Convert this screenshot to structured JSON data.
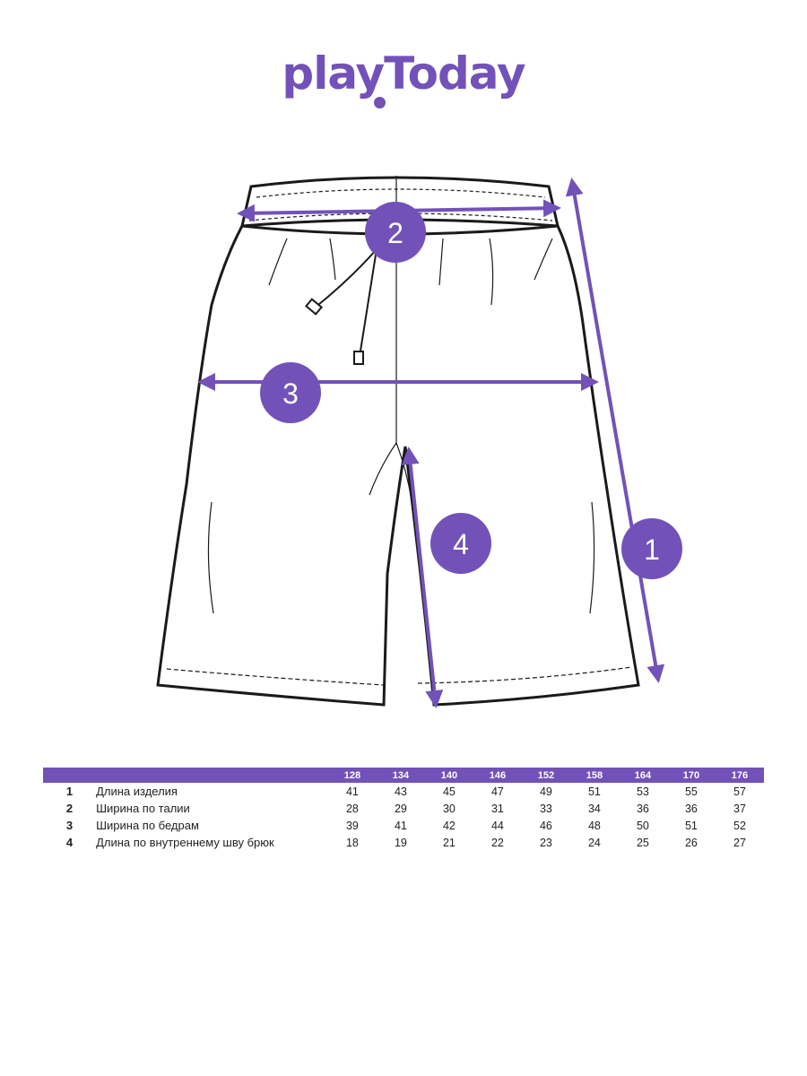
{
  "brand": {
    "logo_text": "playToday",
    "color": "#7252b8"
  },
  "badges": [
    {
      "num": "1",
      "label": "Длина изделия"
    },
    {
      "num": "2",
      "label": "Ширина по талии"
    },
    {
      "num": "3",
      "label": "Ширина по бедрам"
    },
    {
      "num": "4",
      "label": "Длина по внутреннему шву брюк"
    }
  ],
  "size_table": {
    "sizes": [
      "128",
      "134",
      "140",
      "146",
      "152",
      "158",
      "164",
      "170",
      "176"
    ],
    "rows": [
      {
        "num": "1",
        "label": "Длина изделия",
        "values": [
          "41",
          "43",
          "45",
          "47",
          "49",
          "51",
          "53",
          "55",
          "57"
        ]
      },
      {
        "num": "2",
        "label": "Ширина по талии",
        "values": [
          "28",
          "29",
          "30",
          "31",
          "33",
          "34",
          "36",
          "36",
          "37"
        ]
      },
      {
        "num": "3",
        "label": "Ширина по бедрам",
        "values": [
          "39",
          "41",
          "42",
          "44",
          "46",
          "48",
          "50",
          "51",
          "52"
        ]
      },
      {
        "num": "4",
        "label": "Длина по внутреннему шву брюк",
        "values": [
          "18",
          "19",
          "21",
          "22",
          "23",
          "24",
          "25",
          "26",
          "27"
        ]
      }
    ]
  }
}
